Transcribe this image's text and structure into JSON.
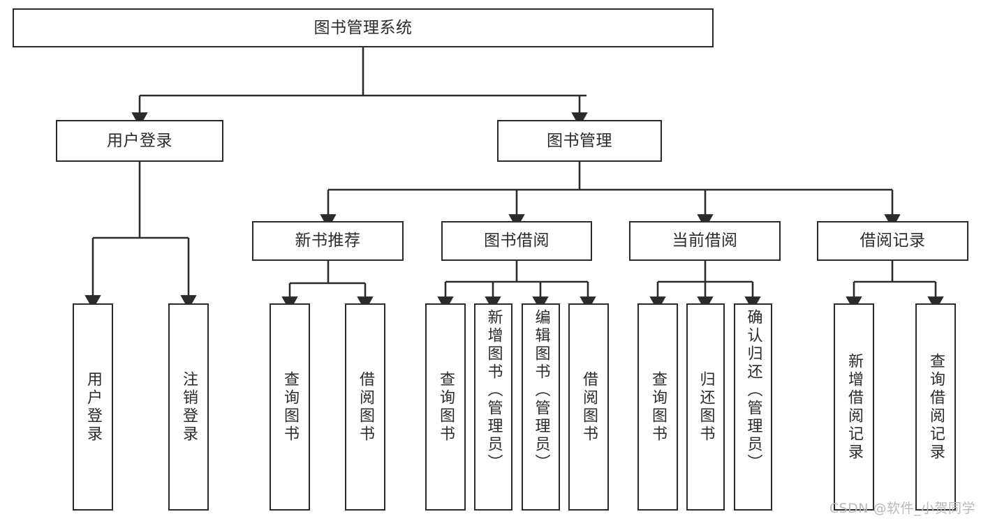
{
  "diagram": {
    "title": "图书管理系统",
    "watermark": "CSDN @软件_小贺同学",
    "accent_color": "#2b2b2b",
    "background_color": "#ffffff",
    "watermark_color": "#b9b9b9"
  },
  "nodes": {
    "root": {
      "label": "图书管理系统"
    },
    "level1": [
      {
        "label": "用户登录"
      },
      {
        "label": "图书管理"
      }
    ],
    "level2": [
      {
        "label": "新书推荐"
      },
      {
        "label": "图书借阅"
      },
      {
        "label": "当前借阅"
      },
      {
        "label": "借阅记录"
      }
    ],
    "leaves": {
      "user_login": [
        {
          "label": "用户登录"
        },
        {
          "label": "注销登录"
        }
      ],
      "new_book": [
        {
          "label": "查询图书"
        },
        {
          "label": "借阅图书"
        }
      ],
      "book_borrow": [
        {
          "label": "查询图书"
        },
        {
          "label": "新增图书（管理员）"
        },
        {
          "label": "编辑图书（管理员）"
        },
        {
          "label": "借阅图书"
        }
      ],
      "current_borrow": [
        {
          "label": "查询图书"
        },
        {
          "label": "归还图书"
        },
        {
          "label": "确认归还（管理员）"
        }
      ],
      "borrow_record": [
        {
          "label": "新增借阅记录"
        },
        {
          "label": "查询借阅记录"
        }
      ]
    }
  },
  "chart_data": {
    "type": "tree",
    "title": "图书管理系统",
    "root": "图书管理系统",
    "edges": [
      [
        "图书管理系统",
        "用户登录"
      ],
      [
        "图书管理系统",
        "图书管理"
      ],
      [
        "用户登录",
        "用户登录"
      ],
      [
        "用户登录",
        "注销登录"
      ],
      [
        "图书管理",
        "新书推荐"
      ],
      [
        "图书管理",
        "图书借阅"
      ],
      [
        "图书管理",
        "当前借阅"
      ],
      [
        "图书管理",
        "借阅记录"
      ],
      [
        "新书推荐",
        "查询图书"
      ],
      [
        "新书推荐",
        "借阅图书"
      ],
      [
        "图书借阅",
        "查询图书"
      ],
      [
        "图书借阅",
        "新增图书（管理员）"
      ],
      [
        "图书借阅",
        "编辑图书（管理员）"
      ],
      [
        "图书借阅",
        "借阅图书"
      ],
      [
        "当前借阅",
        "查询图书"
      ],
      [
        "当前借阅",
        "归还图书"
      ],
      [
        "当前借阅",
        "确认归还（管理员）"
      ],
      [
        "借阅记录",
        "新增借阅记录"
      ],
      [
        "借阅记录",
        "查询借阅记录"
      ]
    ],
    "depth": 4
  }
}
